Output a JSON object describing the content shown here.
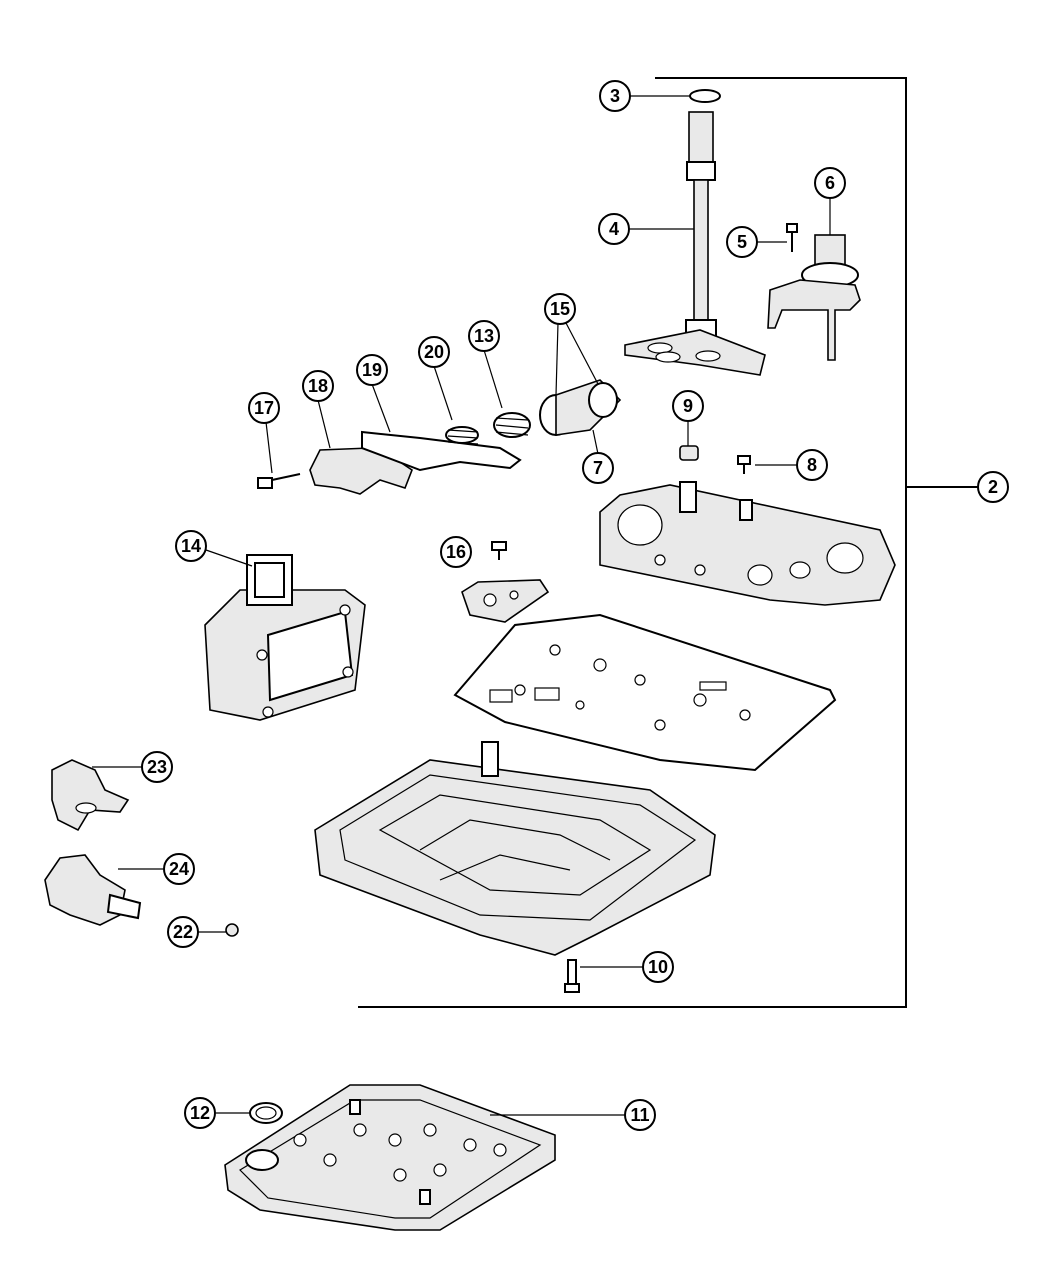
{
  "callouts": {
    "c2": "2",
    "c3": "3",
    "c4": "4",
    "c5": "5",
    "c6": "6",
    "c7": "7",
    "c8": "8",
    "c9": "9",
    "c10": "10",
    "c11": "11",
    "c12": "12",
    "c13": "13",
    "c14": "14",
    "c15": "15",
    "c16": "16",
    "c17": "17",
    "c18": "18",
    "c19": "19",
    "c20": "20",
    "c22": "22",
    "c23": "23",
    "c24": "24"
  },
  "colors": {
    "line": "#000000",
    "background": "#ffffff",
    "part_fill": "#e9e9e9"
  }
}
